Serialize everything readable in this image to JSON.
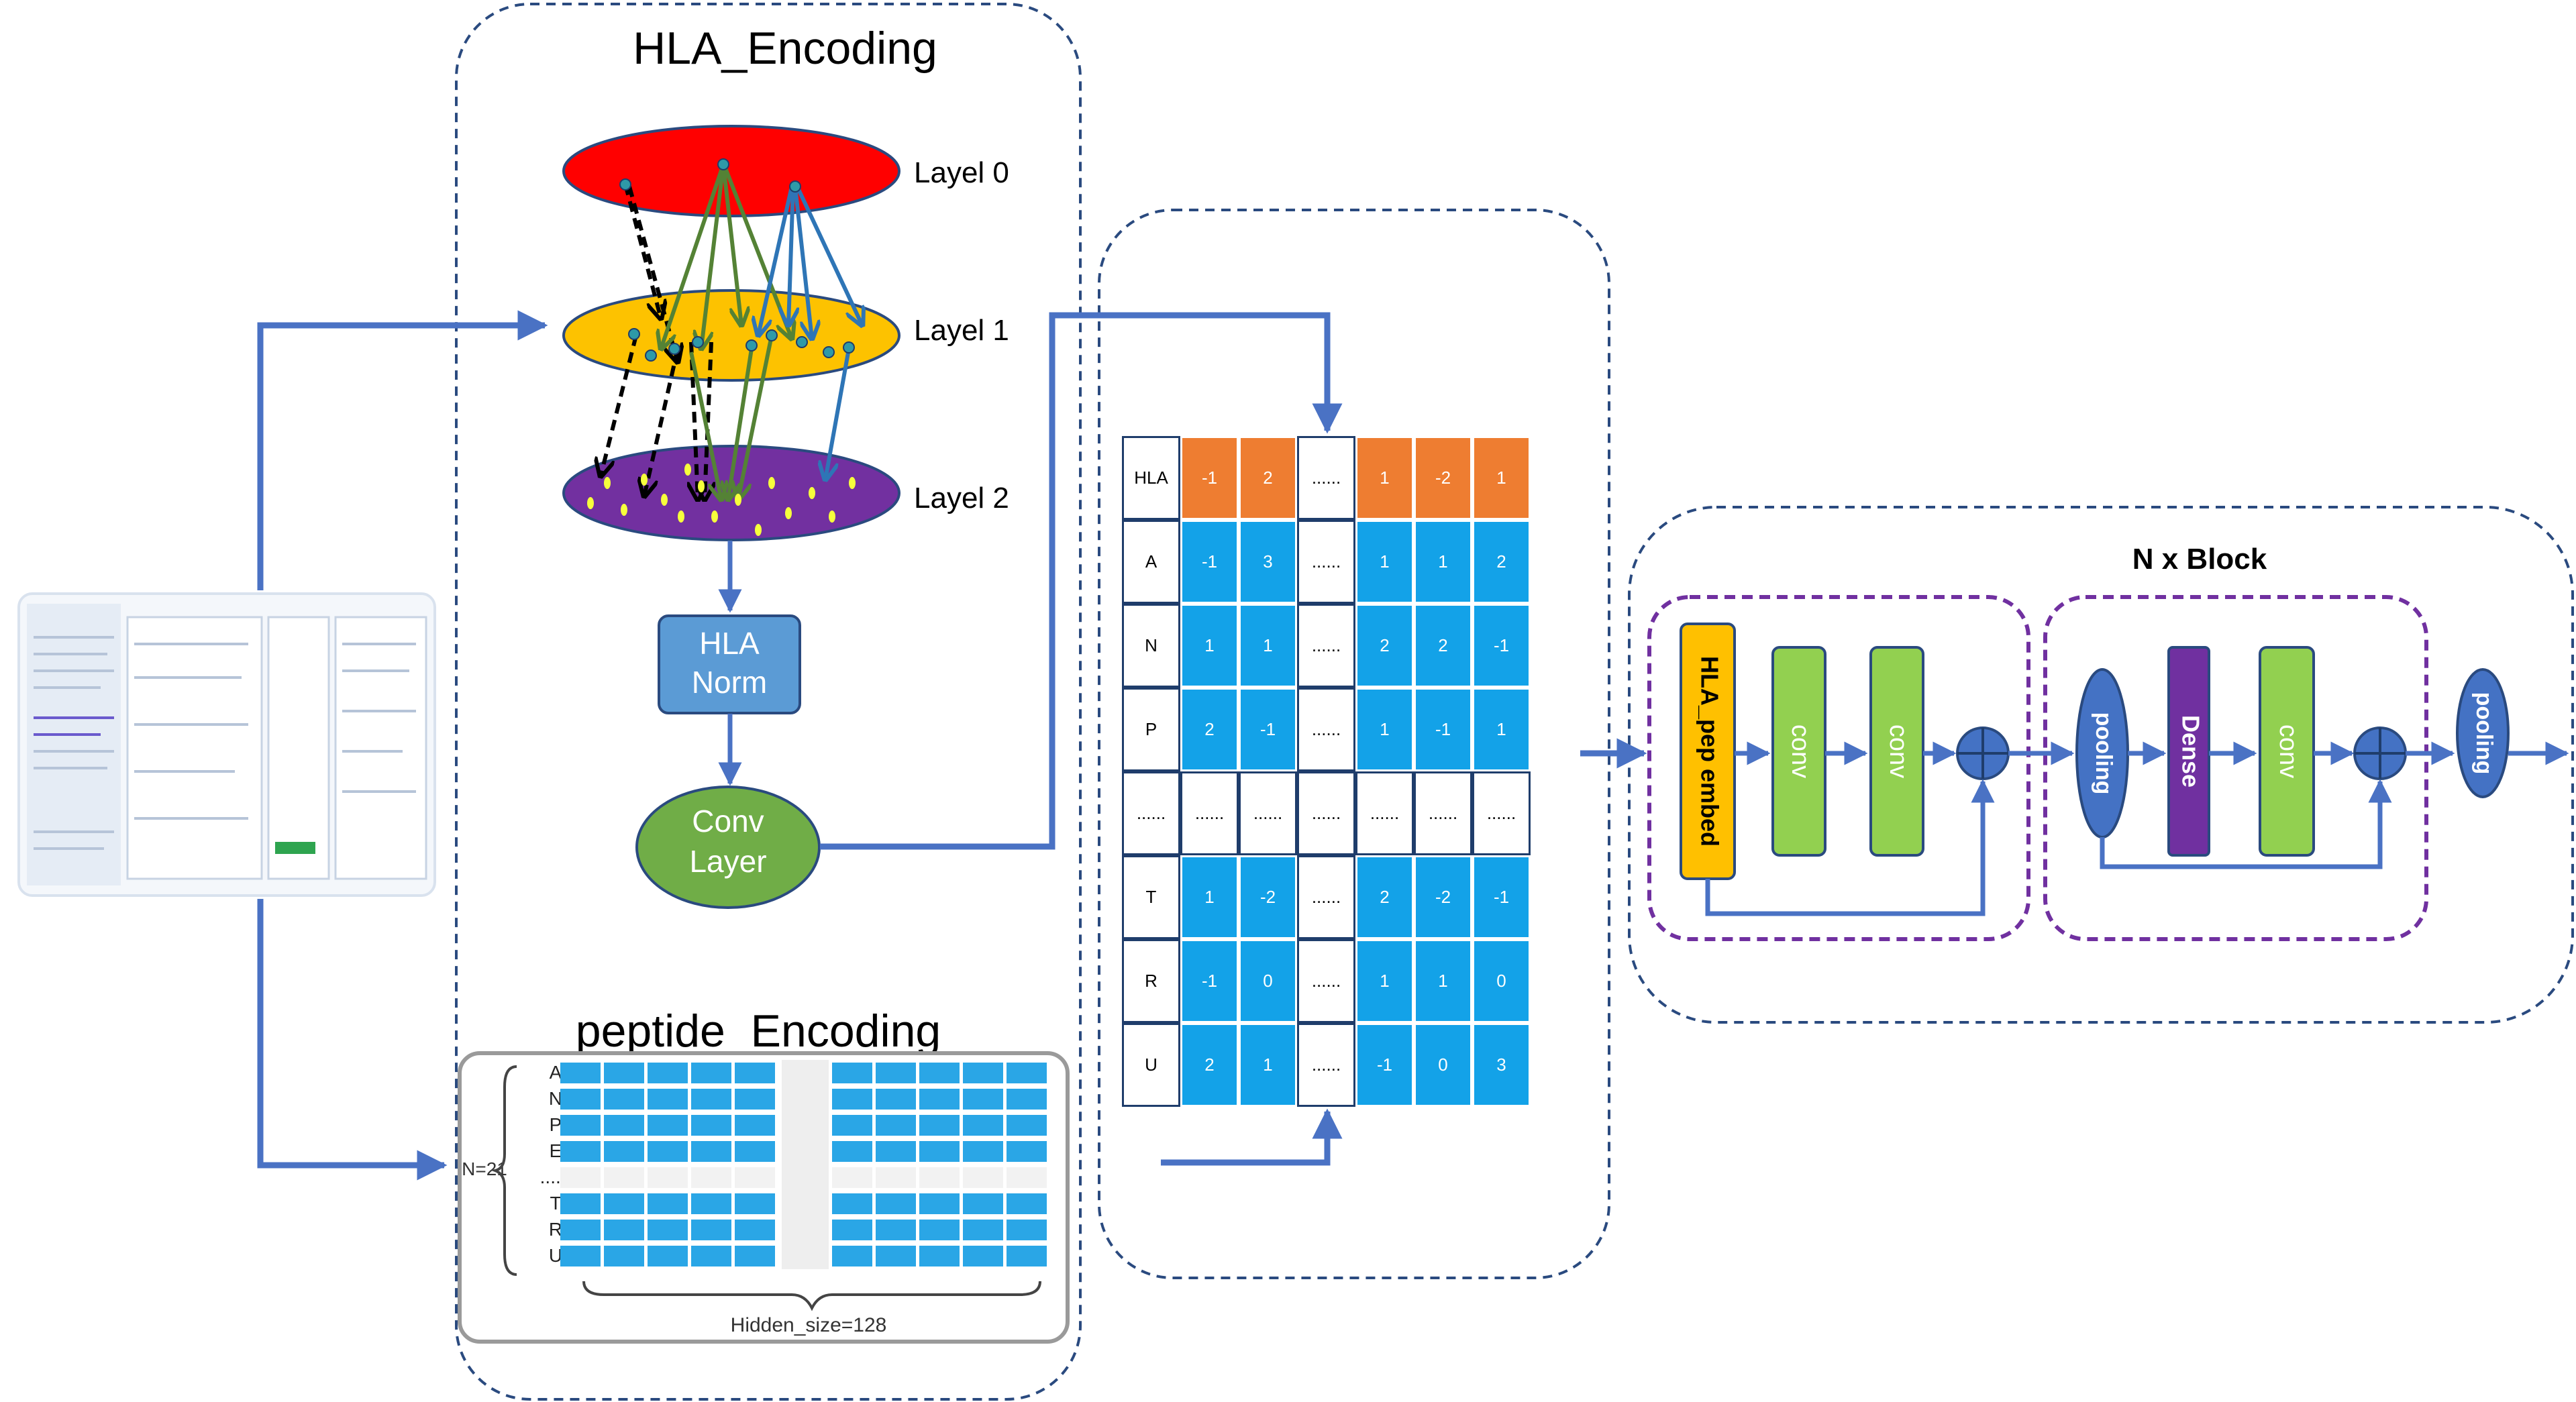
{
  "colors": {
    "navy_dash": "#2a4a7f",
    "arrow_blue": "#4a72c4",
    "layer0_red": "#ff0000",
    "layer1_yellow": "#fdc200",
    "layer2_purple": "#7230a0",
    "node_teal": "#2e9aa8",
    "green_arrow": "#548235",
    "blue_arrow": "#2e75b6",
    "conv_green": "#92d050",
    "embed_orange": "#ffc000",
    "dense_purple": "#7030a0",
    "pool_blue": "#4472c4",
    "cell_orange": "#ed7d31",
    "cell_blue": "#14a3e8",
    "norm_blue": "#5b9bd5",
    "convlayer_green": "#70ad47"
  },
  "hla_encoding": {
    "title": "HLA_Encoding",
    "layers": [
      "Layel 0",
      "Layel 1",
      "Layel 2"
    ],
    "norm_label": "HLA\nNorm",
    "conv_label": "Conv\nLayer"
  },
  "peptide_encoding": {
    "title": "peptide_Encoding",
    "row_labels": [
      "A",
      "N",
      "P",
      "E",
      "......",
      "T",
      "R",
      "U"
    ],
    "side_label": "N=21",
    "bottom_label": "Hidden_size=128"
  },
  "matrix": {
    "header_label": "HLA",
    "header": [
      "-1",
      "2",
      "......",
      "1",
      "-2",
      "1"
    ],
    "rows": [
      {
        "label": "A",
        "values": [
          "-1",
          "3",
          "......",
          "1",
          "1",
          "2"
        ]
      },
      {
        "label": "N",
        "values": [
          "1",
          "1",
          "......",
          "2",
          "2",
          "-1"
        ]
      },
      {
        "label": "P",
        "values": [
          "2",
          "-1",
          "......",
          "1",
          "-1",
          "1"
        ]
      },
      {
        "label": "......",
        "values": [
          "......",
          "......",
          "......",
          "......",
          "......",
          "......"
        ]
      },
      {
        "label": "T",
        "values": [
          "1",
          "-2",
          "......",
          "2",
          "-2",
          "-1"
        ]
      },
      {
        "label": "R",
        "values": [
          "-1",
          "0",
          "......",
          "1",
          "1",
          "0"
        ]
      },
      {
        "label": "U",
        "values": [
          "2",
          "1",
          "......",
          "-1",
          "0",
          "3"
        ]
      }
    ]
  },
  "block": {
    "title": "N x Block",
    "embed_label": "HLA_pep embed",
    "conv_label": "conv",
    "pooling_label": "pooling",
    "dense_label": "Dense"
  }
}
